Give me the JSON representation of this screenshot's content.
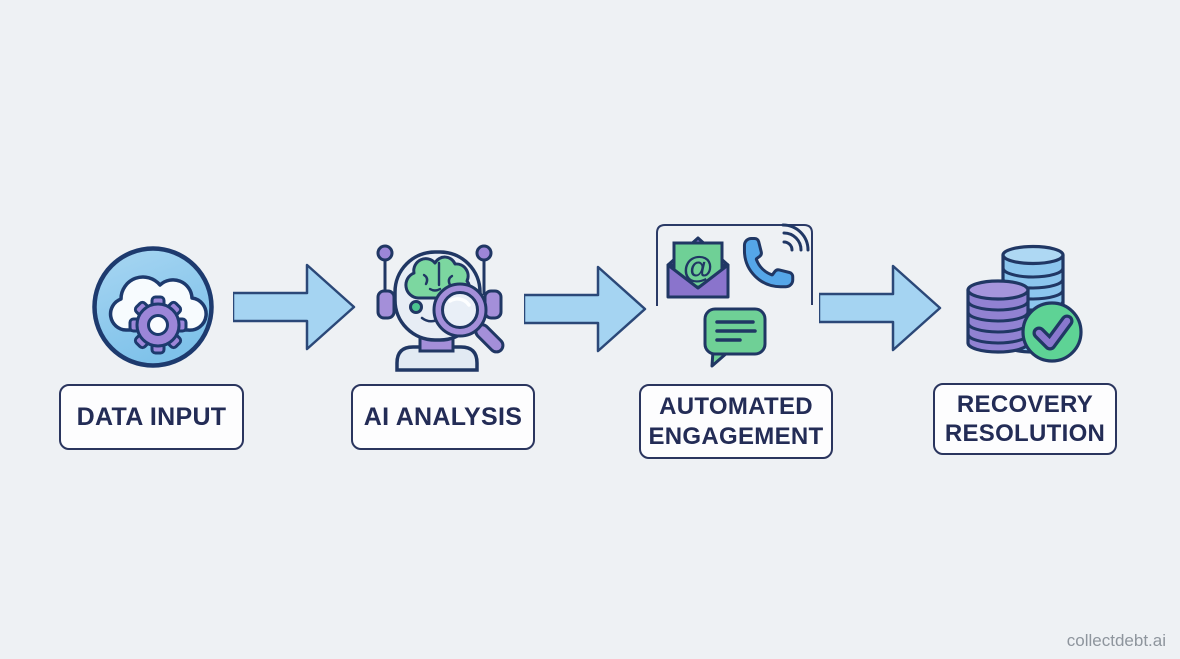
{
  "diagram": {
    "type": "process-flow",
    "direction": "left-to-right",
    "watermark": "collectdebt.ai"
  },
  "steps": [
    {
      "label": "DATA INPUT",
      "icon": "cloud-gear-icon"
    },
    {
      "label": "AI ANALYSIS",
      "icon": "robot-magnifier-icon"
    },
    {
      "label": "AUTOMATED ENGAGEMENT",
      "icon": "email-phone-chat-icon"
    },
    {
      "label": "RECOVERY RESOLUTION",
      "icon": "coins-checkmark-icon"
    }
  ],
  "icons": {
    "at_symbol": "@"
  },
  "arrows": {
    "count": 3,
    "direction": "right"
  },
  "colors": {
    "background": "#eef1f4",
    "outline_navy": "#203764",
    "label_text_navy": "#232c56",
    "label_border_navy": "#2a355e",
    "arrow_fill_blue": "#a5d4f2",
    "arrow_border": "#2b4878",
    "accent_purple": "#9c86d8",
    "accent_green": "#6fd096",
    "accent_blue": "#55a6e8",
    "circle_fill_blue": "#8cc8ed",
    "label_box_bg": "#fdfdfe",
    "watermark_gray": "#8e959d"
  }
}
